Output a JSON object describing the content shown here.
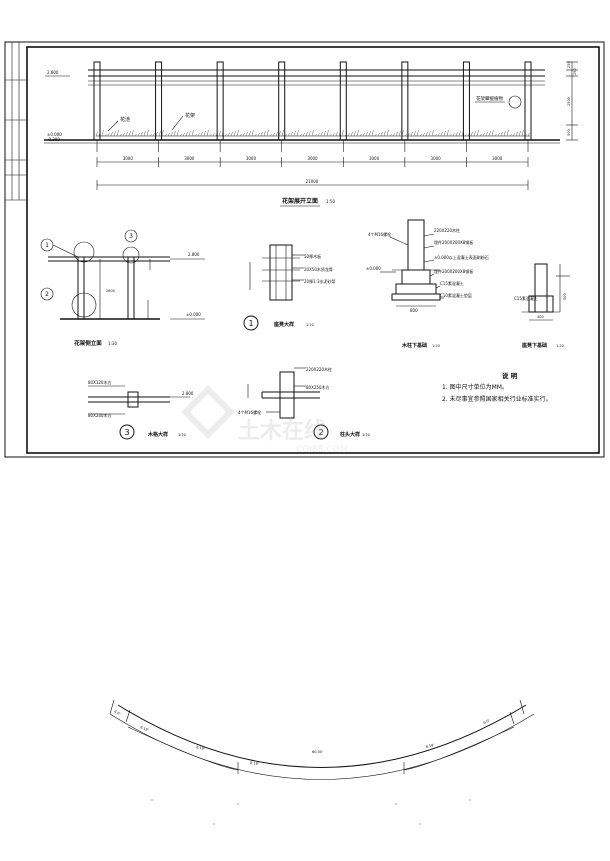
{
  "drawing": {
    "elevation": {
      "title": "花架展开立面",
      "scale": "1:50",
      "label_flower_bed": "花池",
      "label_pergola": "花架",
      "label_climber": "花架攀援植物",
      "elev_top": "2.800",
      "elev_ground": "±0.000",
      "elev_base": "-0.300",
      "dim_total": "21000",
      "dim_heights": [
        "250",
        "250",
        "2500",
        "500"
      ],
      "dim_spans": [
        "3000",
        "3000",
        "3000",
        "3000",
        "3000",
        "3000",
        "3000"
      ]
    },
    "side_elevation": {
      "title": "花架侧立面",
      "scale": "1:30",
      "elev_top": "2.800",
      "elev_ground": "±0.000",
      "dim_height": "2800",
      "callouts": [
        "1",
        "2",
        "3"
      ]
    },
    "detail_1": {
      "title": "座凳大样",
      "scale": "1:20",
      "number": "1",
      "notes": [
        "50厚木板",
        "20X50木质龙骨",
        "20厚1:3水泥砂浆"
      ]
    },
    "detail_2": {
      "title": "柱头大样",
      "scale": "1:20",
      "number": "2",
      "notes": [
        "220X220木柱",
        "80X250木方",
        "4个M16螺栓"
      ]
    },
    "detail_3": {
      "title": "木格大样",
      "scale": "1:20",
      "number": "3",
      "notes": [
        "80X120木方",
        "80X240木方"
      ],
      "elev": "2.800"
    },
    "column_base": {
      "title": "木柱下基础",
      "scale": "1:20",
      "notes": [
        "4个M16螺栓",
        "220X220木柱",
        "埋件200X200X8钢板",
        "±0.000以上混凝土表面刷粉石",
        "埋件200X200X8钢板",
        "C15素混凝土",
        "C10素混凝土垫层"
      ],
      "elev_ground": "±0.000",
      "dim_width": "800"
    },
    "bench_base": {
      "title": "座凳下基础",
      "scale": "1:20",
      "notes": [
        "C15素混凝土"
      ],
      "dim_width": "400",
      "dim_height": "500"
    },
    "notes": {
      "title": "说  明",
      "items": [
        "1. 图中尺寸单位为MM。",
        "2. 未尽事宜参照国家相关行业标准实行。"
      ]
    },
    "watermark": {
      "text": "土木在线",
      "subtext": "COI88.COM"
    },
    "plan_arc": {
      "segments": [
        "6.0'",
        "8.19'",
        "8.19'",
        "8.19'",
        "60.00'",
        "8.19'",
        "6.0'"
      ]
    }
  }
}
